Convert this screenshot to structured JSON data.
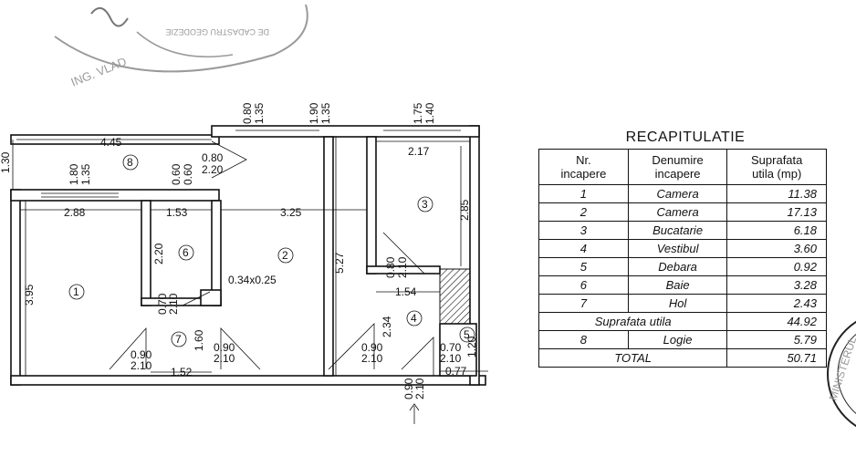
{
  "stamp": {
    "text_a": "ING. VLAD",
    "text_b": "DE CADASTRU GEODEZIE",
    "text_c": "MINISTERUL"
  },
  "plan": {
    "rooms": [
      "1",
      "2",
      "3",
      "4",
      "5",
      "6",
      "7",
      "8"
    ],
    "dims": {
      "d445": "4.45",
      "d130": "1.30",
      "d180": "1.80",
      "d135a": "1.35",
      "d060a": "0.60",
      "d060b": "0.60",
      "d080a": "0.80",
      "d220a": "2.20",
      "d080b": "0.80",
      "d135b": "1.35",
      "d190": "1.90",
      "d135c": "1.35",
      "d175": "1.75",
      "d140": "1.40",
      "d217": "2.17",
      "d288": "2.88",
      "d153": "1.53",
      "d325": "3.25",
      "d285": "2.85",
      "d395": "3.95",
      "d527": "5.27",
      "d220b": "2.20",
      "d034": "0.34x0.25",
      "d080c": "0.80",
      "d210a": "2.10",
      "d154": "1.54",
      "d070a": "0.70",
      "d210b": "2.10",
      "d234": "2.34",
      "d160": "1.60",
      "d090a": "0.90",
      "d210c": "2.10",
      "d090b": "0.90",
      "d210d": "2.10",
      "d090c": "0.90",
      "d210e": "2.10",
      "d070b": "0.70",
      "d210f": "2.10",
      "d120": "1.20",
      "d152": "1.52",
      "d090d": "0.90",
      "d210g": "2.10",
      "d077": "0.77"
    }
  },
  "recap": {
    "title": "RECAPITULATIE",
    "headers": {
      "nr_a": "Nr.",
      "nr_b": "incapere",
      "den_a": "Denumire",
      "den_b": "incapere",
      "sup_a": "Suprafata",
      "sup_b": "utila (mp)"
    },
    "rows": [
      {
        "nr": "1",
        "name": "Camera",
        "area": "11.38"
      },
      {
        "nr": "2",
        "name": "Camera",
        "area": "17.13"
      },
      {
        "nr": "3",
        "name": "Bucatarie",
        "area": "6.18"
      },
      {
        "nr": "4",
        "name": "Vestibul",
        "area": "3.60"
      },
      {
        "nr": "5",
        "name": "Debara",
        "area": "0.92"
      },
      {
        "nr": "6",
        "name": "Baie",
        "area": "3.28"
      },
      {
        "nr": "7",
        "name": "Hol",
        "area": "2.43"
      }
    ],
    "useful": {
      "label": "Suprafata utila",
      "area": "44.92"
    },
    "loggia": {
      "nr": "8",
      "name": "Logie",
      "area": "5.79"
    },
    "total": {
      "label": "TOTAL",
      "area": "50.71"
    }
  }
}
